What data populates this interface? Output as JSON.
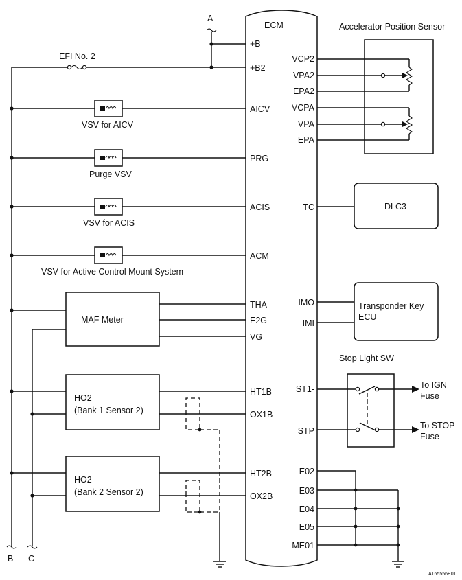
{
  "ecm": {
    "title": "ECM",
    "left_pins": [
      "+B",
      "+B2",
      "AICV",
      "PRG",
      "ACIS",
      "ACM",
      "THA",
      "E2G",
      "VG",
      "HT1B",
      "OX1B",
      "HT2B",
      "OX2B"
    ],
    "right_pins": [
      "VCP2",
      "VPA2",
      "EPA2",
      "VCPA",
      "VPA",
      "EPA",
      "TC",
      "IMO",
      "IMI",
      "ST1-",
      "STP",
      "E02",
      "E03",
      "E04",
      "E05",
      "ME01"
    ]
  },
  "components": {
    "fuse": "EFI No. 2",
    "vsv_aicv": "VSV for AICV",
    "purge_vsv": "Purge VSV",
    "vsv_acis": "VSV for ACIS",
    "vsv_acm": "VSV for Active Control Mount System",
    "maf_meter": "MAF Meter",
    "ho2_1": "HO2",
    "ho2_1_sub": "(Bank 1 Sensor 2)",
    "ho2_2": "HO2",
    "ho2_2_sub": "(Bank 2 Sensor 2)",
    "aps": "Accelerator Position Sensor",
    "dlc3": "DLC3",
    "transponder_1": "Transponder Key",
    "transponder_2": "ECU",
    "stop_sw": "Stop Light SW",
    "to_ign_1": "To IGN",
    "to_ign_2": "Fuse",
    "to_stop_1": "To STOP",
    "to_stop_2": "Fuse"
  },
  "connectors": {
    "a": "A",
    "b": "B",
    "c": "C"
  },
  "figure_id": "A165556E01"
}
